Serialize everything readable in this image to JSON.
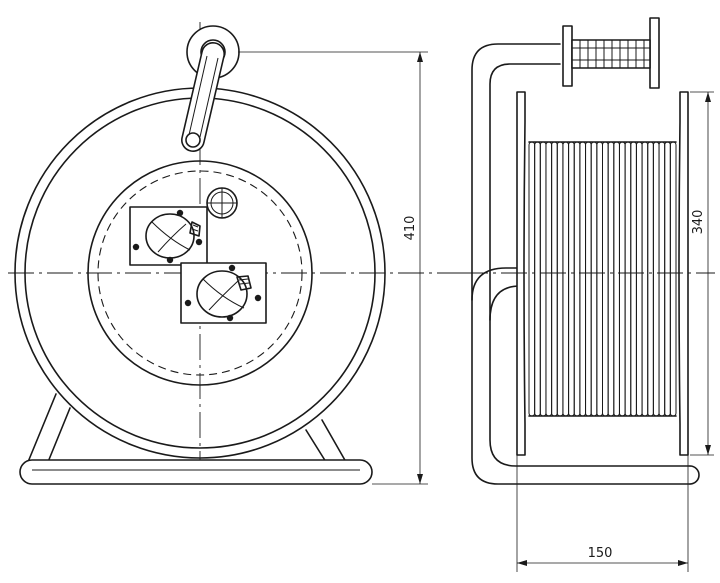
{
  "dimensions": {
    "total_height": "410",
    "drum_diameter": "340",
    "drum_width": "150"
  },
  "colors": {
    "ink": "#1a1a1a",
    "paper": "#ffffff"
  },
  "views": {
    "front": {
      "sockets": 2,
      "features": [
        "handle",
        "drum",
        "socket-panel",
        "reset-button",
        "base-stand"
      ]
    },
    "side": {
      "cable_windings": 26,
      "features": [
        "crank-handle",
        "frame",
        "drum-flanges",
        "cable-coil"
      ]
    }
  }
}
